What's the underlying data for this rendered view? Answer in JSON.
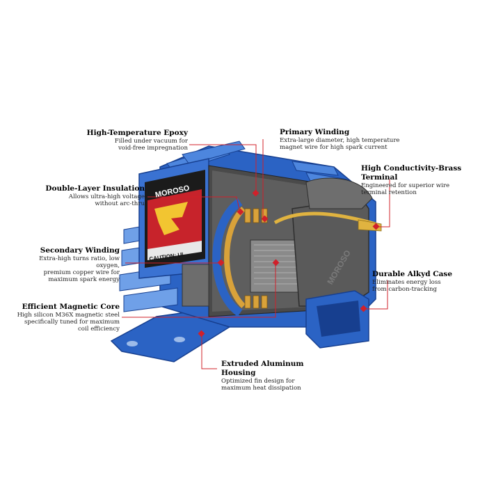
{
  "brand": {
    "logo_text": "MOROSO",
    "caution_text": "CAUTION: UI",
    "case_embossed": "MOROSO"
  },
  "colors": {
    "housing_blue": "#2b63c4",
    "housing_light": "#6fa0e8",
    "housing_dark": "#173f8f",
    "leader_red": "#d0202a",
    "core_gray": "#6d6d6d",
    "winding_gold": "#d9a23a",
    "case_gray": "#5a5a5a"
  },
  "callouts": [
    {
      "id": "epoxy",
      "title": "High-Temperature Epoxy",
      "lines": [
        "Filled under vacuum for",
        "void-free impregnation"
      ]
    },
    {
      "id": "primary",
      "title": "Primary Winding",
      "lines": [
        "Extra-large diameter, high temperature",
        "magnet wire for high spark current"
      ]
    },
    {
      "id": "brass",
      "title": "High Conductivity-Brass Terminal",
      "lines": [
        "Engineered for superior wire",
        "terminal retention"
      ]
    },
    {
      "id": "insulation",
      "title": "Double-Layer Insulation",
      "lines": [
        "Allows ultra-high voltage",
        "without arc-thru"
      ]
    },
    {
      "id": "secondary",
      "title": "Secondary Winding",
      "lines": [
        "Extra-high turns ratio, low oxygen,",
        "premium copper wire for",
        "maximum spark energy"
      ]
    },
    {
      "id": "alkyd",
      "title": "Durable Alkyd Case",
      "lines": [
        "Eliminates energy loss",
        "from carbon-tracking"
      ]
    },
    {
      "id": "core",
      "title": "Efficient Magnetic Core",
      "lines": [
        "High silicon M36X magnetic steel",
        "specifically tuned for maximum",
        "coil efficiency"
      ]
    },
    {
      "id": "housing",
      "title": "Extruded Aluminum Housing",
      "lines": [
        "Optimized fin design for",
        "maximum heat dissipation"
      ]
    }
  ]
}
